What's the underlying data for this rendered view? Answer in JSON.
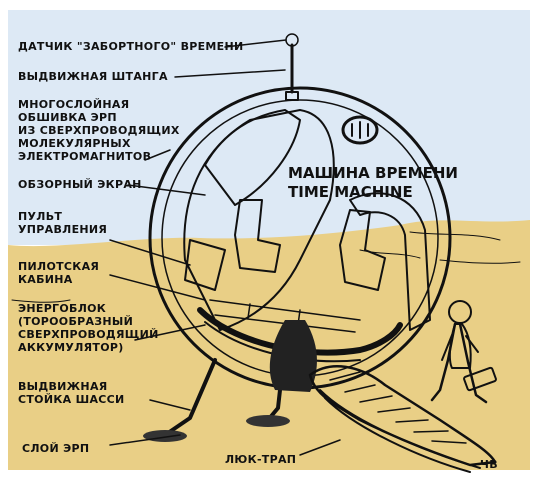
{
  "labels": {
    "sensor": "ДАТЧИК \"ЗАБОРТНОГО\" ВРЕМЕНИ",
    "mast": "ВЫДВИЖНАЯ ШТАНГА",
    "shell": [
      "МНОГОСЛОЙНАЯ",
      "ОБШИВКА ЭРП",
      "ИЗ СВЕРХПРОВОДЯЩИХ",
      "МОЛЕКУЛЯРНЫХ",
      "ЭЛЕКТРОМАГНИТОВ"
    ],
    "screen": "ОБЗОРНЫЙ ЭКРАН",
    "control": [
      "ПУЛЬТ",
      "УПРАВЛЕНИЯ"
    ],
    "cabin": [
      "ПИЛОТСКАЯ",
      "КАБИНА"
    ],
    "energy": [
      "ЭНЕРГОБЛОК",
      "(ТОРООБРАЗНЫЙ",
      "СВЕРХПРОВОДЯЩИЙ",
      "АККУМУЛЯТОР)"
    ],
    "gear": [
      "ВЫДВИЖНАЯ",
      "СТОЙКА ШАССИ"
    ],
    "layer": "СЛОЙ ЭРП",
    "hatch": "ЛЮК-ТРАП"
  },
  "title": [
    "МАШИНА ВРЕМЕНИ",
    "TIME MACHINE"
  ],
  "signature": "ЧВ",
  "colors": {
    "sky": "#dde9f5",
    "ground": "#e9cf86",
    "ink": "#111111",
    "shadow": "#222222"
  }
}
